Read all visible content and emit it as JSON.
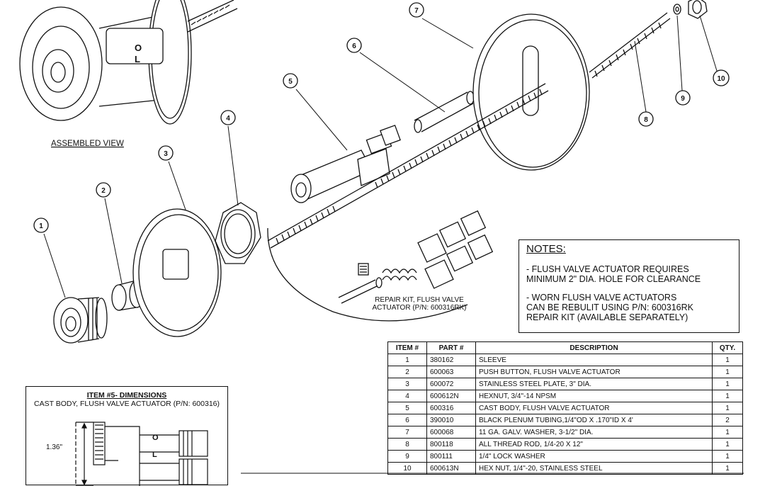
{
  "views": {
    "assembled_label": "ASSEMBLED VIEW",
    "repair_kit_label_line1": "REPAIR KIT, FLUSH VALVE",
    "repair_kit_label_line2": "ACTUATOR (P/N: 600316RK)"
  },
  "balloons": [
    "1",
    "2",
    "3",
    "4",
    "5",
    "6",
    "7",
    "8",
    "9",
    "10"
  ],
  "assembled_markings": {
    "o": "O",
    "l": "L"
  },
  "notes": {
    "title": "NOTES:",
    "items": [
      "- FLUSH VALVE ACTUATOR REQUIRES\n  MINIMUM 2\" DIA. HOLE FOR CLEARANCE",
      "- WORN FLUSH VALVE ACTUATORS\n  CAN BE REBULIT USING P/N: 600316RK\n  REPAIR KIT (AVAILABLE SEPARATELY)"
    ]
  },
  "bom": {
    "headers": {
      "item": "ITEM #",
      "part": "PART #",
      "description": "DESCRIPTION",
      "qty": "QTY."
    },
    "rows": [
      {
        "item": "1",
        "part": "380162",
        "description": "SLEEVE",
        "qty": "1"
      },
      {
        "item": "2",
        "part": "600063",
        "description": "PUSH BUTTON, FLUSH VALVE ACTUATOR",
        "qty": "1"
      },
      {
        "item": "3",
        "part": "600072",
        "description": "STAINLESS STEEL PLATE, 3\" DIA.",
        "qty": "1"
      },
      {
        "item": "4",
        "part": "600612N",
        "description": "HEXNUT, 3/4\"-14 NPSM",
        "qty": "1"
      },
      {
        "item": "5",
        "part": "600316",
        "description": "CAST BODY, FLUSH VALVE ACTUATOR",
        "qty": "1"
      },
      {
        "item": "6",
        "part": "390010",
        "description": "BLACK PLENUM TUBING,1/4\"OD X .170\"ID X 4'",
        "qty": "2"
      },
      {
        "item": "7",
        "part": "600068",
        "description": "11 GA. GALV. WASHER, 3-1/2\" DIA.",
        "qty": "1"
      },
      {
        "item": "8",
        "part": "800118",
        "description": "ALL THREAD ROD, 1/4-20 X 12\"",
        "qty": "1"
      },
      {
        "item": "9",
        "part": "800111",
        "description": "1/4\" LOCK WASHER",
        "qty": "1"
      },
      {
        "item": "10",
        "part": "600613N",
        "description": "HEX NUT, 1/4\"-20, STAINLESS STEEL",
        "qty": "1"
      }
    ]
  },
  "dimension_box": {
    "title": "ITEM #5- DIMENSIONS",
    "subtitle": "CAST BODY, FLUSH VALVE ACTUATOR (P/N: 600316)",
    "height_dim": "1.36\"",
    "marking_o": "O",
    "marking_l": "L"
  }
}
